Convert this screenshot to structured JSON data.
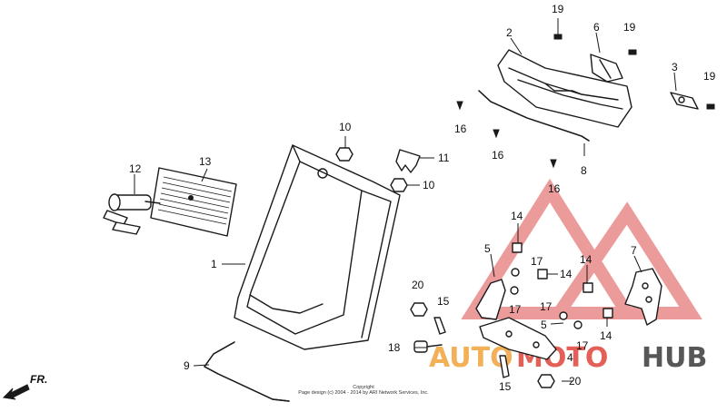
{
  "diagram": {
    "callouts": {
      "c1": "1",
      "c2": "2",
      "c3": "3",
      "c4": "4",
      "c5a": "5",
      "c5b": "5",
      "c6": "6",
      "c7": "7",
      "c8": "8",
      "c9": "9",
      "c10a": "10",
      "c10b": "10",
      "c11": "11",
      "c12": "12",
      "c13": "13",
      "c14a": "14",
      "c14b": "14",
      "c14c": "14",
      "c14d": "14",
      "c15a": "15",
      "c15b": "15",
      "c16a": "16",
      "c16b": "16",
      "c16c": "16",
      "c17a": "17",
      "c17b": "17",
      "c17c": "17",
      "c17d": "17",
      "c18": "18",
      "c19a": "19",
      "c19b": "19",
      "c19c": "19",
      "c20a": "20",
      "c20b": "20"
    },
    "direction_label": "FR.",
    "copyright_line1": "Copyright",
    "copyright_line2": "Page design (c) 2004 - 2014 by ARI Network Services, Inc."
  },
  "watermark": {
    "brand_part1": "AUTO",
    "brand_part2": "MOTO",
    "brand_part3": "HUB",
    "color_primary": "#f0a33a",
    "color_accent": "#e0443a",
    "color_dark": "#3a3a3a"
  }
}
